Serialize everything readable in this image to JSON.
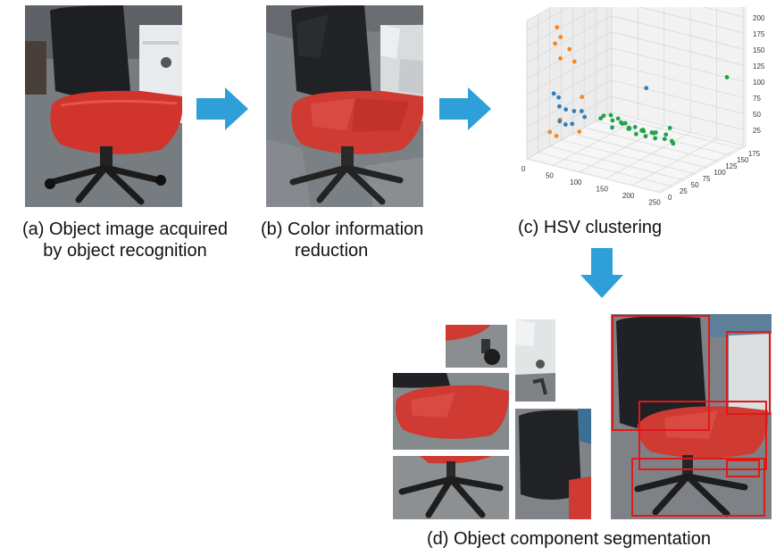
{
  "steps": {
    "a": {
      "line1": "(a) Object image acquired",
      "line2": "by object recognition"
    },
    "b": {
      "line1": "(b) Color information",
      "line2": "reduction"
    },
    "c": {
      "line1": "(c) HSV clustering"
    },
    "d": {
      "line1": "(d) Object component segmentation"
    }
  },
  "colors": {
    "arrow": "#2e9fd8",
    "seat_red": "#d83a32",
    "box_red": "#e01818",
    "cluster_orange": "#f5891f",
    "cluster_blue": "#2f7fc0",
    "cluster_green": "#1fa34a"
  },
  "chart_data": {
    "type": "scatter3d",
    "x_ticks": [
      "0",
      "50",
      "100",
      "150",
      "200",
      "250"
    ],
    "y_ticks": [
      "0",
      "25",
      "50",
      "75",
      "100",
      "125",
      "150",
      "175"
    ],
    "z_ticks": [
      "25",
      "50",
      "75",
      "100",
      "125",
      "150",
      "175",
      "200"
    ],
    "xlim": [
      0,
      255
    ],
    "ylim": [
      0,
      185
    ],
    "zlim": [
      0,
      215
    ],
    "series": [
      {
        "color": "#f5891f",
        "points": [
          [
            40,
            20,
            205
          ],
          [
            45,
            22,
            190
          ],
          [
            38,
            18,
            180
          ],
          [
            55,
            30,
            170
          ],
          [
            42,
            25,
            155
          ],
          [
            60,
            35,
            150
          ],
          [
            70,
            40,
            95
          ],
          [
            50,
            15,
            65
          ],
          [
            35,
            10,
            45
          ],
          [
            65,
            40,
            40
          ],
          [
            30,
            30,
            30
          ]
        ]
      },
      {
        "color": "#2f7fc0",
        "points": [
          [
            25,
            30,
            95
          ],
          [
            30,
            35,
            88
          ],
          [
            40,
            25,
            80
          ],
          [
            48,
            30,
            75
          ],
          [
            55,
            40,
            70
          ],
          [
            65,
            45,
            70
          ],
          [
            75,
            40,
            65
          ],
          [
            45,
            20,
            60
          ],
          [
            60,
            30,
            55
          ],
          [
            30,
            50,
            40
          ],
          [
            140,
            100,
            100
          ]
        ]
      },
      {
        "color": "#1fa34a",
        "points": [
          [
            120,
            30,
            80
          ],
          [
            125,
            40,
            78
          ],
          [
            110,
            35,
            72
          ],
          [
            130,
            50,
            70
          ],
          [
            140,
            45,
            68
          ],
          [
            115,
            55,
            62
          ],
          [
            135,
            60,
            60
          ],
          [
            150,
            50,
            58
          ],
          [
            125,
            65,
            55
          ],
          [
            145,
            70,
            52
          ],
          [
            160,
            55,
            50
          ],
          [
            110,
            60,
            48
          ],
          [
            130,
            75,
            45
          ],
          [
            150,
            80,
            44
          ],
          [
            165,
            70,
            42
          ],
          [
            120,
            85,
            40
          ],
          [
            140,
            90,
            38
          ],
          [
            155,
            95,
            36
          ],
          [
            170,
            85,
            34
          ],
          [
            135,
            100,
            32
          ],
          [
            150,
            105,
            30
          ],
          [
            175,
            100,
            28
          ],
          [
            125,
            110,
            28
          ],
          [
            145,
            115,
            26
          ],
          [
            160,
            120,
            24
          ],
          [
            180,
            110,
            22
          ],
          [
            200,
            90,
            30
          ],
          [
            220,
            60,
            70
          ],
          [
            250,
            150,
            120
          ]
        ]
      }
    ]
  }
}
